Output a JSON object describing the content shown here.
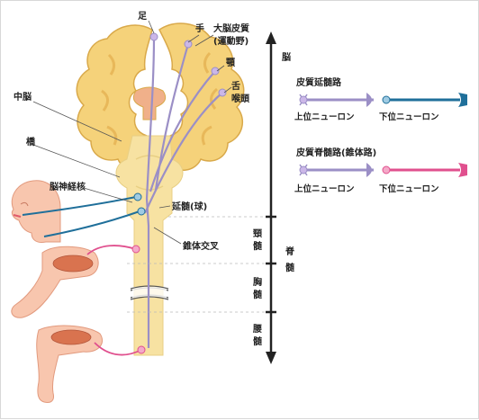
{
  "labels": {
    "foot": "足",
    "hand": "手",
    "cortex_line1": "大脳皮質",
    "cortex_line2": "(運動野)",
    "jaw": "顎",
    "tongue": "舌",
    "larynx": "喉頭",
    "midbrain": "中脳",
    "pons": "橋",
    "cranial_nerve_nuclei": "脳神経核",
    "medulla": "延髄(球)",
    "decussation": "錐体交叉"
  },
  "axis": {
    "brain": "脳",
    "cervical": [
      "頸",
      "髄"
    ],
    "spinal": [
      "脊",
      "髄"
    ],
    "thoracic": [
      "胸",
      "髄"
    ],
    "lumbar": [
      "腰",
      "髄"
    ]
  },
  "legend": {
    "corticobulbar": {
      "title": "皮質延髄路",
      "upper": "上位ニューロン",
      "lower": "下位ニューロン",
      "upper_color": "#9b8fc6",
      "lower_color": "#1f6f9a"
    },
    "corticospinal": {
      "title": "皮質脊髄路(錐体路)",
      "upper": "上位ニューロン",
      "lower": "下位ニューロン",
      "upper_color": "#9b8fc6",
      "lower_color": "#e0508e"
    }
  },
  "colors": {
    "brain_fill": "#f5d27a",
    "brain_outline": "#d9a94a",
    "brainstem": "#f7e2a2",
    "skin": "#f8c6ae",
    "muscle": "#d9734f"
  }
}
